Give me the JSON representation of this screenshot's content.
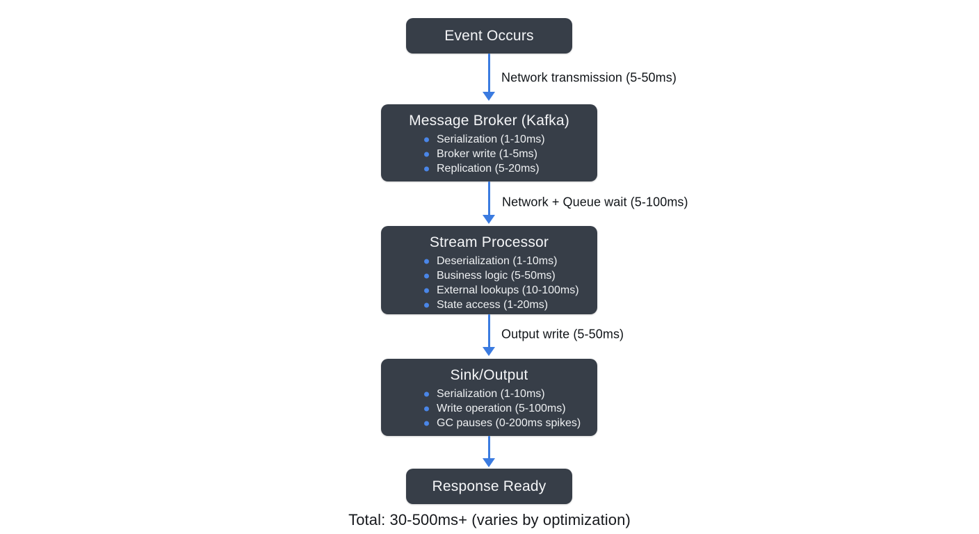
{
  "diagram": {
    "title_semantic": "Stream processing latency flowchart",
    "nodes": [
      {
        "id": "event-occurs",
        "title": "Event Occurs",
        "bullets": []
      },
      {
        "id": "message-broker",
        "title": "Message Broker (Kafka)",
        "bullets": [
          "Serialization (1-10ms)",
          "Broker write (1-5ms)",
          "Replication (5-20ms)"
        ]
      },
      {
        "id": "stream-processor",
        "title": "Stream Processor",
        "bullets": [
          "Deserialization (1-10ms)",
          "Business logic (5-50ms)",
          "External lookups (10-100ms)",
          "State access (1-20ms)"
        ]
      },
      {
        "id": "sink-output",
        "title": "Sink/Output",
        "bullets": [
          "Serialization (1-10ms)",
          "Write operation (5-100ms)",
          "GC pauses (0-200ms spikes)"
        ]
      },
      {
        "id": "response-ready",
        "title": "Response Ready",
        "bullets": []
      }
    ],
    "edges": [
      {
        "from": "event-occurs",
        "to": "message-broker",
        "label": "Network transmission (5-50ms)"
      },
      {
        "from": "message-broker",
        "to": "stream-processor",
        "label": "Network + Queue wait (5-100ms)"
      },
      {
        "from": "stream-processor",
        "to": "sink-output",
        "label": "Output write (5-50ms)"
      },
      {
        "from": "sink-output",
        "to": "response-ready",
        "label": ""
      }
    ],
    "caption": "Total: 30-500ms+ (varies by optimization)",
    "colors": {
      "background": "#ffffff",
      "node_bg": "#373e48",
      "node_text": "#f4f5f7",
      "bullet_dot": "#4a86e8",
      "arrow": "#3b7be0",
      "edge_label_text": "#101418",
      "caption_text": "#16181c"
    }
  }
}
